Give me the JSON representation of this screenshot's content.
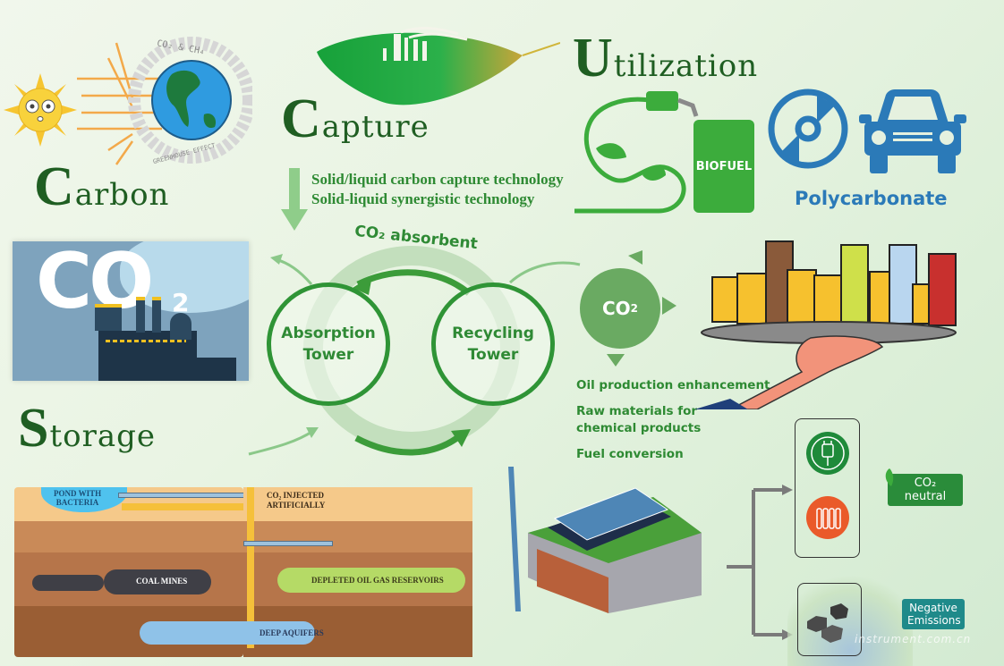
{
  "sections": {
    "carbon": {
      "initial": "C",
      "rest": "arbon"
    },
    "capture": {
      "initial": "C",
      "rest": "apture"
    },
    "utilization": {
      "initial": "U",
      "rest": "tilization"
    },
    "storage": {
      "initial": "S",
      "rest": "torage"
    }
  },
  "greenhouse": {
    "top_label": "CO₂ & CH₄",
    "bottom_label": "GREENHOUSE EFFECT"
  },
  "capture_tech": [
    "Solid/liquid carbon capture technology",
    "Solid-liquid synergistic technology"
  ],
  "cycle": {
    "absorbent_label": "CO₂ absorbent",
    "absorption_tower": [
      "Absorption",
      "Tower"
    ],
    "recycling_tower": [
      "Recycling",
      "Tower"
    ]
  },
  "co2_hub": {
    "label": "CO",
    "sub": "2"
  },
  "uses": [
    "Oil production enhancement",
    "Raw materials for",
    "chemical products",
    "Fuel conversion"
  ],
  "utilization_items": {
    "biofuel": "BIOFUEL",
    "polycarbonate": "Polycarbonate"
  },
  "factory_panel": {
    "big_text": "CO",
    "sub": "2"
  },
  "storage_labels": {
    "pond": [
      "POND WITH",
      "BACTERIA"
    ],
    "injected": [
      "CO₂ INJECTED",
      "ARTIFICIALLY"
    ],
    "coal": "COAL MINES",
    "depleted": "DEPLETED OIL GAS RESERVOIRS",
    "aquifers": "DEEP AQUIFERS"
  },
  "outcomes": {
    "neutral": {
      "line1": "CO₂",
      "line2": "neutral"
    },
    "negative": {
      "line1": "Negative",
      "line2": "Emissions"
    }
  },
  "watermark": "instrument.com.cn",
  "colors": {
    "title_green": "#1f5e22",
    "accent_green": "#2f9436",
    "co2_ball": "#6aaa62",
    "polycarb_blue": "#2b7ab8",
    "neutral_tag": "#2a8c3a",
    "negative_tag": "#1f8a8a",
    "heater_orange": "#ea5a2a"
  }
}
